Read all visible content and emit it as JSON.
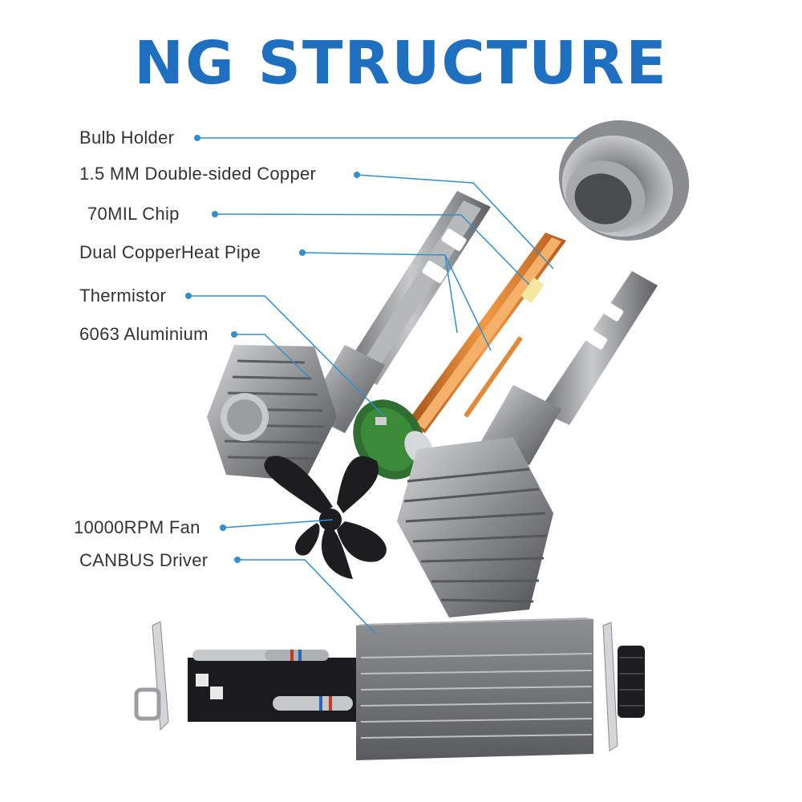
{
  "title": "NG STRUCTURE",
  "colors": {
    "title": "#1e6fbf",
    "leader": "#2f8fd0",
    "copper": "#d9782a",
    "aluminium": "#9a9b9d",
    "pcb": "#3a8a3a"
  },
  "labels": {
    "bulb_holder": "Bulb Holder",
    "copper_board": "1.5 MM Double-sided Copper",
    "chip": "70MIL Chip",
    "heat_pipe": "Dual CopperHeat Pipe",
    "thermistor": "Thermistor",
    "aluminium": "6063 Aluminium",
    "fan": "10000RPM Fan",
    "driver": "CANBUS Driver"
  }
}
